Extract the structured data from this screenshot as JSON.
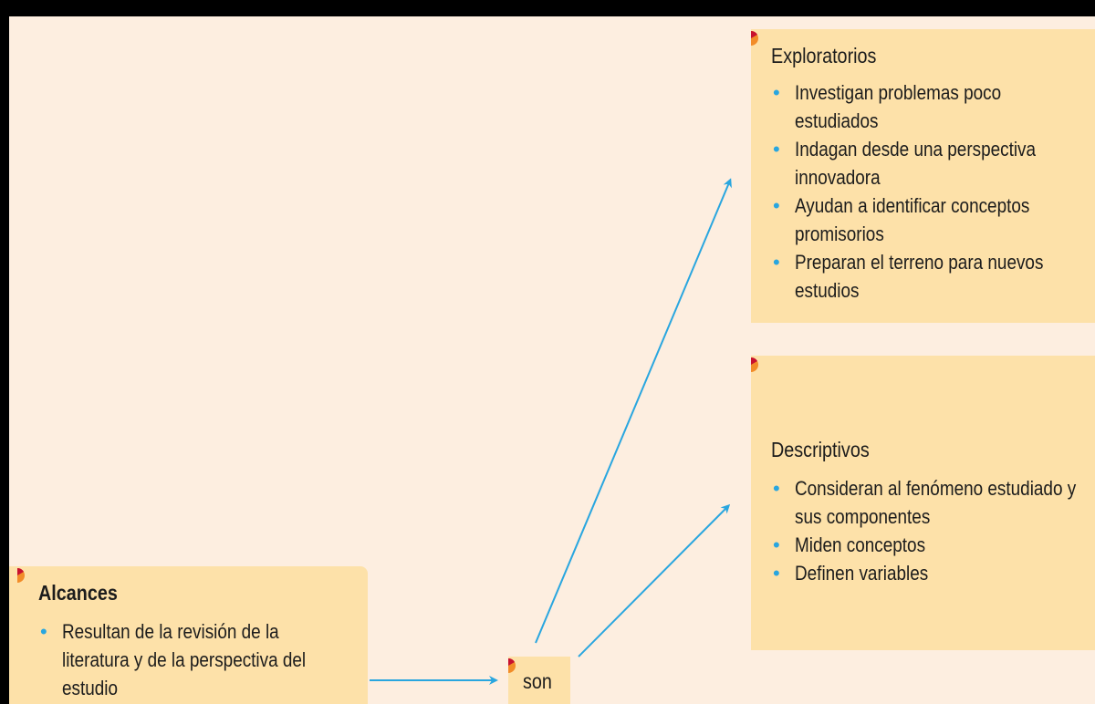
{
  "colors": {
    "background": "#fdeee0",
    "box": "#fde1a9",
    "arrow": "#29a6df",
    "bullet": "#29a6df",
    "corner_red": "#c8102e",
    "corner_orange": "#f28c28"
  },
  "alcances": {
    "title": "Alcances",
    "items": [
      "Resultan de la revisión de la literatura y de la perspectiva del estudio"
    ]
  },
  "connector": {
    "label": "son"
  },
  "exploratorios": {
    "title": "Exploratorios",
    "items": [
      "Investigan problemas poco estudiados",
      "Indagan desde una perspectiva innovadora",
      "Ayudan a identificar conceptos promisorios",
      "Preparan el terreno para nuevos estudios"
    ]
  },
  "descriptivos": {
    "title": "Descriptivos",
    "items": [
      "Consideran al fenómeno estudiado y sus componentes",
      "Miden conceptos",
      "Definen variables"
    ]
  }
}
